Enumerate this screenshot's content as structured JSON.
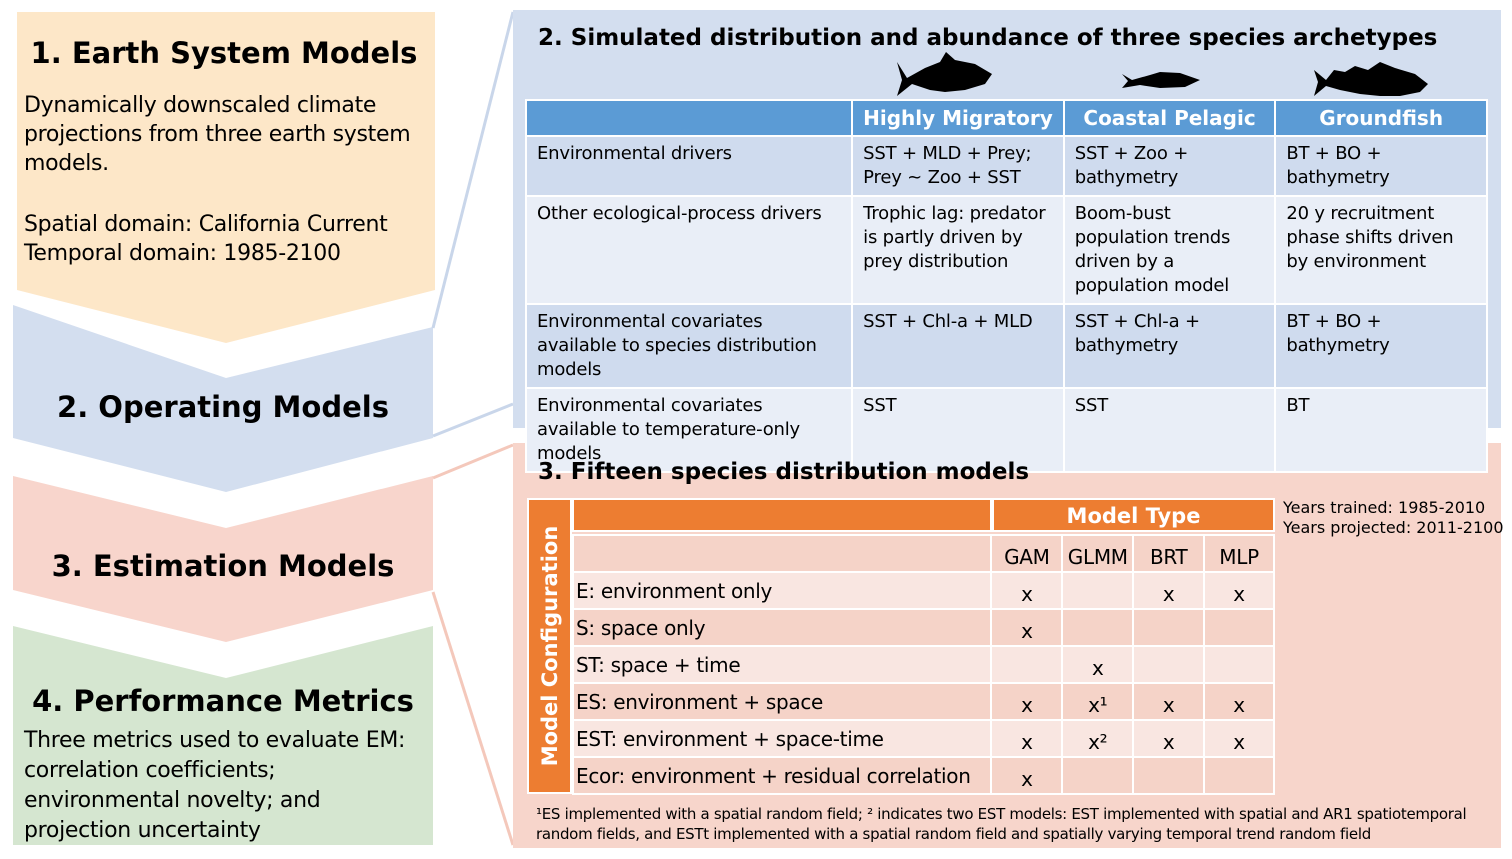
{
  "left": {
    "p1": {
      "title": "1. Earth System Models",
      "text": "Dynamically downscaled climate projections from three earth system models.",
      "spatial": "Spatial domain: California Current",
      "temporal": "Temporal domain: 1985-2100"
    },
    "p2": {
      "title": "2. Operating Models"
    },
    "p3": {
      "title": "3. Estimation Models"
    },
    "p4": {
      "title": "4. Performance Metrics",
      "text": "Three metrics used to evaluate EM: correlation coefficients; environmental novelty; and projection uncertainty"
    }
  },
  "operating": {
    "title": "2. Simulated distribution and abundance of three species archetypes",
    "headers": [
      "",
      "Highly Migratory",
      "Coastal Pelagic",
      "Groundfish"
    ],
    "icons": [
      "tuna-silhouette-icon",
      "sardine-silhouette-icon",
      "rockfish-silhouette-icon"
    ],
    "rows": [
      [
        "Environmental drivers",
        "SST + MLD + Prey; Prey ~ Zoo + SST",
        "SST + Zoo + bathymetry",
        "BT + BO + bathymetry"
      ],
      [
        "Other ecological-process drivers",
        "Trophic lag: predator is partly driven by prey distribution",
        "Boom-bust population trends driven by a population model",
        "20 y recruitment phase shifts driven by environment"
      ],
      [
        "Environmental covariates available to species distribution models",
        "SST + Chl-a + MLD",
        "SST + Chl-a + bathymetry",
        "BT + BO + bathymetry"
      ],
      [
        "Environmental covariates available to temperature-only models",
        "SST",
        "SST",
        "BT"
      ]
    ]
  },
  "estimation": {
    "title": "3. Fifteen species distribution models",
    "row_group_label": "Model Configuration",
    "col_group_label": "Model Type",
    "columns": [
      "GAM",
      "GLMM",
      "BRT",
      "MLP"
    ],
    "rows": [
      {
        "label": "E: environment only",
        "cells": [
          "x",
          "",
          "x",
          "x"
        ]
      },
      {
        "label": "S: space only",
        "cells": [
          "x",
          "",
          "",
          ""
        ]
      },
      {
        "label": "ST: space + time",
        "cells": [
          "",
          "x",
          "",
          ""
        ]
      },
      {
        "label": "ES: environment + space",
        "cells": [
          "x",
          "x¹",
          "x",
          "x"
        ]
      },
      {
        "label": "EST: environment + space-time",
        "cells": [
          "x",
          "x²",
          "x",
          "x"
        ]
      },
      {
        "label": "Ecor: environment + residual correlation",
        "cells": [
          "x",
          "",
          "",
          ""
        ]
      }
    ],
    "years_trained": "Years trained: 1985-2010",
    "years_projected": "Years projected: 2011-2100",
    "footnote": "¹ES implemented with a spatial random field; ² indicates two EST models: EST implemented with spatial and AR1 spatiotemporal random fields, and ESTt implemented with a spatial random field and spatially varying temporal trend random field"
  },
  "colors": {
    "esm": "#fde7c8",
    "operating": "#d3deef",
    "estimation": "#f7d5cb",
    "metrics": "#d5e6d0",
    "blue_header": "#5b9bd5",
    "orange_header": "#ed7d31"
  }
}
